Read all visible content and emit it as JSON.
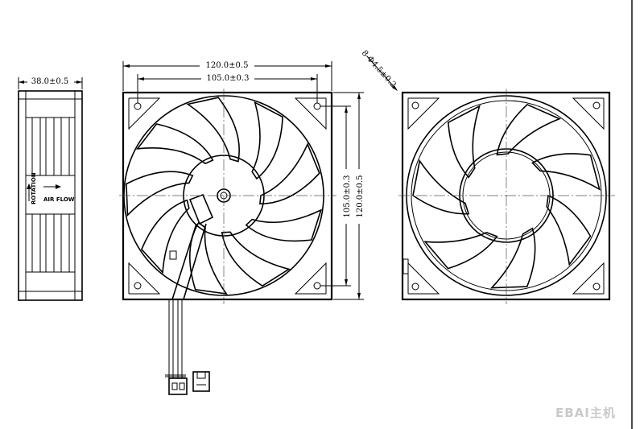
{
  "dimensions": {
    "depth": "38.0±0.5",
    "overall_width": "120.0±0.5",
    "hole_spacing_h": "105.0±0.3",
    "hole_spacing_v": "105.0±0.3",
    "overall_height": "120.0±0.5",
    "mounting_holes": "8-Φ4.5±0.2"
  },
  "labels": {
    "rotation": "ROTATION",
    "air_flow": "AIR FLOW"
  },
  "watermark": "EBAI主机"
}
